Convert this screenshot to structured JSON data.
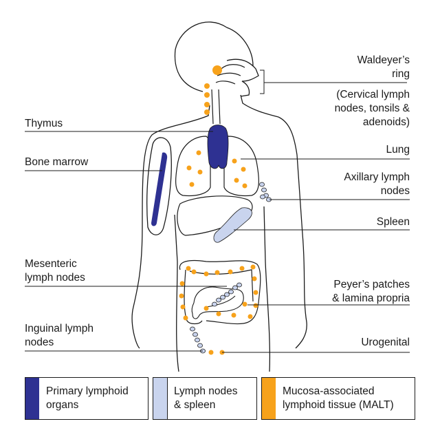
{
  "colors": {
    "primary": "#2e3192",
    "nodes": "#c9d4ee",
    "malt": "#f7a21b",
    "outline": "#1a1a1a"
  },
  "labels": {
    "waldeyer_title": "Waldeyer’s\nring",
    "waldeyer_detail": "(Cervical lymph\nnodes, tonsils &\nadenoids)",
    "thymus": "Thymus",
    "lung": "Lung",
    "bone_marrow": "Bone marrow",
    "axillary": "Axillary lymph\nnodes",
    "spleen": "Spleen",
    "mesenteric": "Mesenteric\nlymph nodes",
    "peyers": "Peyer’s patches\n& lamina propria",
    "inguinal": "Inguinal lymph\nnodes",
    "urogenital": "Urogenital"
  },
  "legend": [
    {
      "label": "Primary lymphoid\norgans",
      "color": "#2e3192"
    },
    {
      "label": "Lymph nodes\n& spleen",
      "color": "#c9d4ee"
    },
    {
      "label": "Mucosa-associated\nlymphoid tissue (MALT)",
      "color": "#f7a21b"
    }
  ]
}
